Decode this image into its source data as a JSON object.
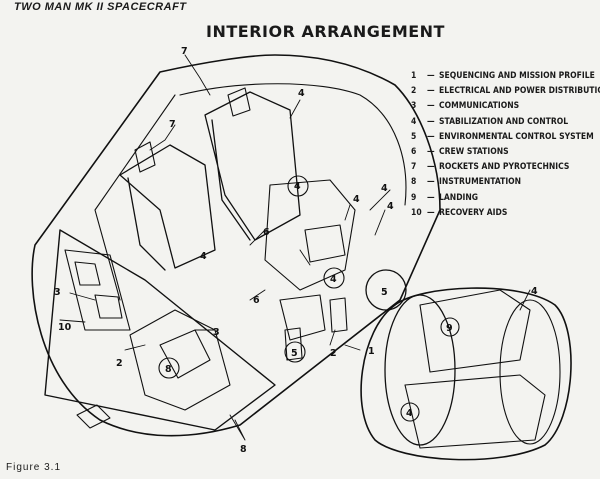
{
  "header": "TWO MAN MK II SPACECRAFT",
  "title": "INTERIOR ARRANGEMENT",
  "legend": [
    {
      "num": "1",
      "label": "SEQUENCING AND MISSION PROFILE"
    },
    {
      "num": "2",
      "label": "ELECTRICAL AND POWER DISTRIBUTION"
    },
    {
      "num": "3",
      "label": "COMMUNICATIONS"
    },
    {
      "num": "4",
      "label": "STABILIZATION AND CONTROL"
    },
    {
      "num": "5",
      "label": "ENVIRONMENTAL CONTROL SYSTEM"
    },
    {
      "num": "6",
      "label": "CREW STATIONS"
    },
    {
      "num": "7",
      "label": "ROCKETS AND PYROTECHNICS"
    },
    {
      "num": "8",
      "label": "INSTRUMENTATION"
    },
    {
      "num": "9",
      "label": "LANDING"
    },
    {
      "num": "10",
      "label": "RECOVERY AIDS"
    }
  ],
  "figure_caption": "Figure 3.1",
  "dash": "—",
  "callouts": {
    "c7a": "7",
    "c7b": "7",
    "c4a": "4",
    "c4b": "4",
    "c4c": "4",
    "c4d": "4",
    "c6a": "6",
    "c6b": "6",
    "c3a": "3",
    "c3b": "3",
    "c10": "10",
    "c2a": "2",
    "c2b": "2",
    "c1": "1",
    "c8": "8",
    "c4e": "4",
    "m4a": "4",
    "m4b": "4",
    "m5": "5",
    "m5b": "5",
    "m8": "8",
    "m9": "9",
    "m4c": "4"
  }
}
